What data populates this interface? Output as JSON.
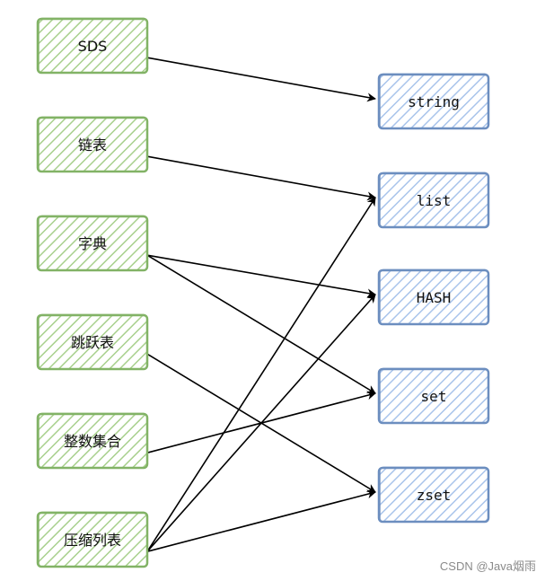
{
  "structures": [
    {
      "id": "sds",
      "label": "SDS"
    },
    {
      "id": "linkedlist",
      "label": "链表"
    },
    {
      "id": "dict",
      "label": "字典"
    },
    {
      "id": "skiplist",
      "label": "跳跃表"
    },
    {
      "id": "intset",
      "label": "整数集合"
    },
    {
      "id": "ziplist",
      "label": "压缩列表"
    }
  ],
  "types": [
    {
      "id": "string",
      "label": "string"
    },
    {
      "id": "list",
      "label": "list"
    },
    {
      "id": "hash",
      "label": "HASH"
    },
    {
      "id": "set",
      "label": "set"
    },
    {
      "id": "zset",
      "label": "zset"
    }
  ],
  "edges": [
    {
      "from": "sds",
      "to": "string"
    },
    {
      "from": "linkedlist",
      "to": "list"
    },
    {
      "from": "dict",
      "to": "hash"
    },
    {
      "from": "dict",
      "to": "set"
    },
    {
      "from": "skiplist",
      "to": "zset"
    },
    {
      "from": "intset",
      "to": "set"
    },
    {
      "from": "ziplist",
      "to": "list"
    },
    {
      "from": "ziplist",
      "to": "hash"
    },
    {
      "from": "ziplist",
      "to": "zset"
    }
  ],
  "colors": {
    "structure_border": "#82b366",
    "structure_fill": "#d5e8d4",
    "type_border": "#6c8ebf",
    "type_fill": "#dae8fc",
    "edge": "#000000"
  },
  "watermark": "CSDN @Java烟雨"
}
